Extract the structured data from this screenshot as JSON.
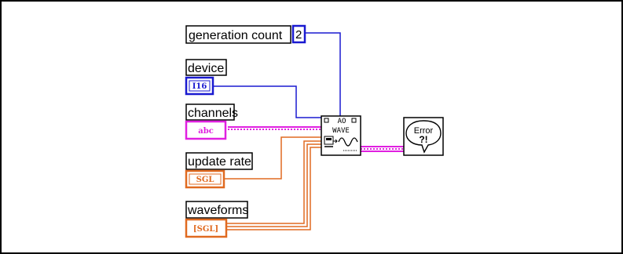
{
  "diagram": {
    "labels": {
      "generation_count": "generation count",
      "device": "device",
      "channels": "channels",
      "update_rate": "update rate",
      "waveforms": "waveforms"
    },
    "constant_value": "2",
    "terminals": {
      "device_type": "I16",
      "channels_type": "abc",
      "update_rate_type": "SGL",
      "waveforms_type": "[SGL]"
    },
    "vi_icon": {
      "top_text": "AO",
      "main_text": "WAVE"
    },
    "error_icon": {
      "text": "Error",
      "symbol": "?!"
    },
    "colors": {
      "integer_wire": "#1a1ad0",
      "string_wire": "#e020e0",
      "float_wire": "#e06a20",
      "frame": "#000000"
    }
  }
}
